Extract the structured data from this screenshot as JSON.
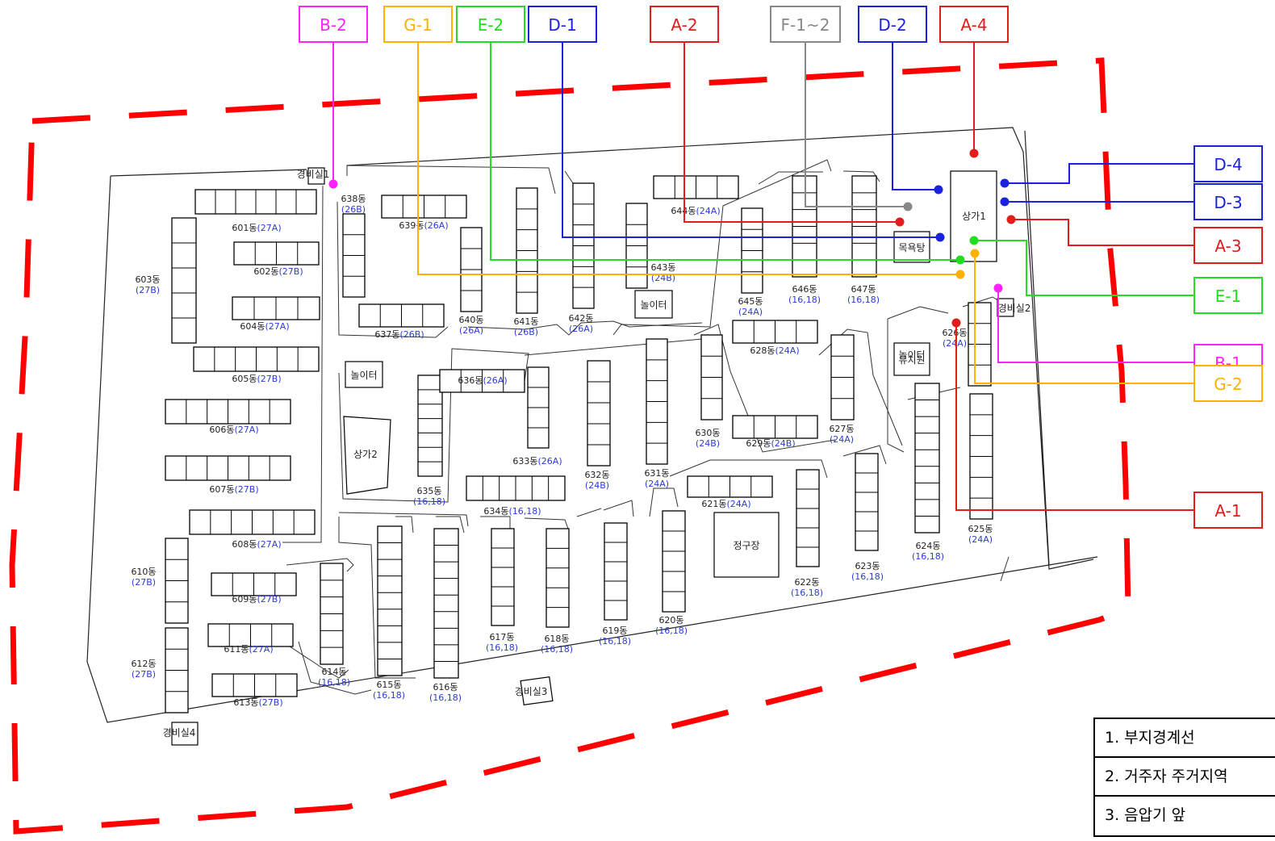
{
  "colors": {
    "boundary": "#ff0000",
    "A": "#e31b1b",
    "B": "#ff22ff",
    "D": "#1b22dd",
    "E": "#22dd22",
    "F": "#888888",
    "G": "#ffb000",
    "building_label": "#2b3ccf"
  },
  "top_labels": [
    {
      "id": "B-2",
      "text": "B-2",
      "series": "B"
    },
    {
      "id": "G-1",
      "text": "G-1",
      "series": "G"
    },
    {
      "id": "E-2",
      "text": "E-2",
      "series": "E"
    },
    {
      "id": "D-1",
      "text": "D-1",
      "series": "D"
    },
    {
      "id": "A-2",
      "text": "A-2",
      "series": "A"
    },
    {
      "id": "F-1~2",
      "text": "F-1~2",
      "series": "F"
    },
    {
      "id": "D-2",
      "text": "D-2",
      "series": "D"
    },
    {
      "id": "A-4",
      "text": "A-4",
      "series": "A"
    }
  ],
  "right_labels": [
    {
      "id": "D-4",
      "text": "D-4",
      "series": "D"
    },
    {
      "id": "D-3",
      "text": "D-3",
      "series": "D"
    },
    {
      "id": "A-3",
      "text": "A-3",
      "series": "A"
    },
    {
      "id": "E-1",
      "text": "E-1",
      "series": "E"
    },
    {
      "id": "B-1",
      "text": "B-1",
      "series": "B"
    },
    {
      "id": "G-2",
      "text": "G-2",
      "series": "G"
    },
    {
      "id": "A-1",
      "text": "A-1",
      "series": "A"
    }
  ],
  "buildings": [
    {
      "id": "601",
      "name": "601동",
      "type": "(27A)"
    },
    {
      "id": "602",
      "name": "602동",
      "type": "(27B)"
    },
    {
      "id": "603",
      "name": "603동",
      "type": "(27B)"
    },
    {
      "id": "604",
      "name": "604동",
      "type": "(27A)"
    },
    {
      "id": "605",
      "name": "605동",
      "type": "(27B)"
    },
    {
      "id": "606",
      "name": "606동",
      "type": "(27A)"
    },
    {
      "id": "607",
      "name": "607동",
      "type": "(27B)"
    },
    {
      "id": "608",
      "name": "608동",
      "type": "(27A)"
    },
    {
      "id": "609",
      "name": "609동",
      "type": "(27B)"
    },
    {
      "id": "610",
      "name": "610동",
      "type": "(27B)"
    },
    {
      "id": "611",
      "name": "611동",
      "type": "(27A)"
    },
    {
      "id": "612",
      "name": "612동",
      "type": "(27B)"
    },
    {
      "id": "613",
      "name": "613동",
      "type": "(27B)"
    },
    {
      "id": "614",
      "name": "614동",
      "type": "(16,18)"
    },
    {
      "id": "615",
      "name": "615동",
      "type": "(16,18)"
    },
    {
      "id": "616",
      "name": "616동",
      "type": "(16,18)"
    },
    {
      "id": "617",
      "name": "617동",
      "type": "(16,18)"
    },
    {
      "id": "618",
      "name": "618동",
      "type": "(16,18)"
    },
    {
      "id": "619",
      "name": "619동",
      "type": "(16,18)"
    },
    {
      "id": "620",
      "name": "620동",
      "type": "(16,18)"
    },
    {
      "id": "621",
      "name": "621동",
      "type": "(24A)"
    },
    {
      "id": "622",
      "name": "622동",
      "type": "(16,18)"
    },
    {
      "id": "623",
      "name": "623동",
      "type": "(16,18)"
    },
    {
      "id": "624",
      "name": "624동",
      "type": "(16,18)"
    },
    {
      "id": "625",
      "name": "625동",
      "type": "(24A)"
    },
    {
      "id": "626",
      "name": "626동",
      "type": "(24A)"
    },
    {
      "id": "627",
      "name": "627동",
      "type": "(24A)"
    },
    {
      "id": "628",
      "name": "628동",
      "type": "(24A)"
    },
    {
      "id": "629",
      "name": "629동",
      "type": "(24B)"
    },
    {
      "id": "630",
      "name": "630동",
      "type": "(24B)"
    },
    {
      "id": "631",
      "name": "631동",
      "type": "(24A)"
    },
    {
      "id": "632",
      "name": "632동",
      "type": "(24B)"
    },
    {
      "id": "633",
      "name": "633동",
      "type": "(26A)"
    },
    {
      "id": "634",
      "name": "634동",
      "type": "(16,18)"
    },
    {
      "id": "635",
      "name": "635동",
      "type": "(16,18)"
    },
    {
      "id": "636",
      "name": "636동",
      "type": "(26A)"
    },
    {
      "id": "637",
      "name": "637동",
      "type": "(26B)"
    },
    {
      "id": "638",
      "name": "638동",
      "type": "(26B)"
    },
    {
      "id": "639",
      "name": "639동",
      "type": "(26A)"
    },
    {
      "id": "640",
      "name": "640동",
      "type": "(26A)"
    },
    {
      "id": "641",
      "name": "641동",
      "type": "(26B)"
    },
    {
      "id": "642",
      "name": "642동",
      "type": "(26A)"
    },
    {
      "id": "643",
      "name": "643동",
      "type": "(24B)"
    },
    {
      "id": "644",
      "name": "644동",
      "type": "(24A)"
    },
    {
      "id": "645",
      "name": "645동",
      "type": "(24A)"
    },
    {
      "id": "646",
      "name": "646동",
      "type": "(16,18)"
    },
    {
      "id": "647",
      "name": "647동",
      "type": "(16,18)"
    }
  ],
  "facilities": [
    {
      "id": "guard1",
      "text": "경비실1"
    },
    {
      "id": "guard2",
      "text": "경비실2"
    },
    {
      "id": "guard3",
      "text": "경비실3"
    },
    {
      "id": "guard4",
      "text": "경비실4"
    },
    {
      "id": "shop1",
      "text": "상가1"
    },
    {
      "id": "shop2",
      "text": "상가2"
    },
    {
      "id": "bath",
      "text": "목욕탕"
    },
    {
      "id": "play1",
      "text": "놀이터"
    },
    {
      "id": "play2",
      "text": "놀이터"
    },
    {
      "id": "play3",
      "text": "놀이터"
    },
    {
      "id": "kinder",
      "text": "유치원"
    },
    {
      "id": "court",
      "text": "정구장"
    }
  ],
  "legend": [
    "1. 부지경계선",
    "2. 거주자 주거지역",
    "3. 음압기 앞"
  ]
}
